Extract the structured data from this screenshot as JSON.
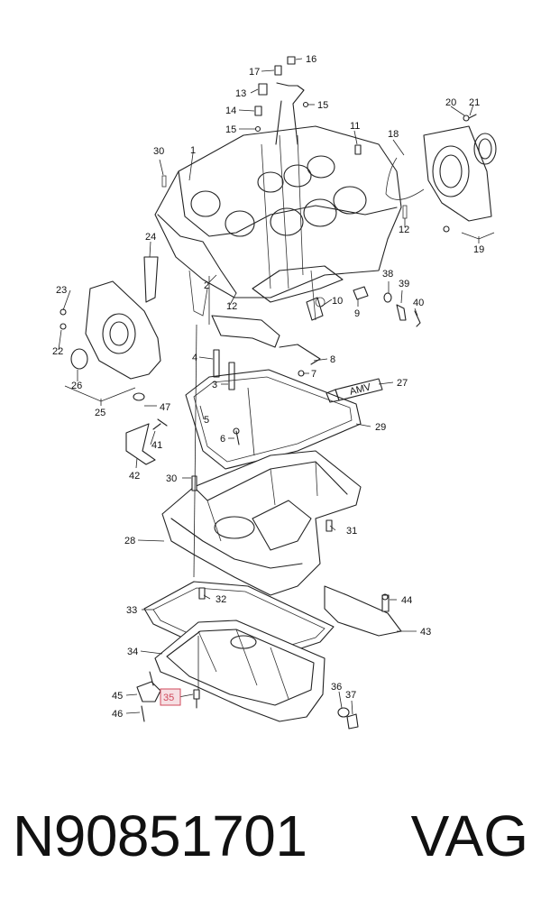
{
  "footer": {
    "part_number": "N90851701",
    "brand": "VAG"
  },
  "highlight": {
    "callout": "35",
    "color": "#d0495b",
    "box_fill": "#f6dfe3"
  },
  "tube_label": "AMV",
  "callouts": [
    {
      "id": "1",
      "text": "1"
    },
    {
      "id": "2",
      "text": "2"
    },
    {
      "id": "3",
      "text": "3"
    },
    {
      "id": "4",
      "text": "4"
    },
    {
      "id": "5",
      "text": "5"
    },
    {
      "id": "6",
      "text": "6"
    },
    {
      "id": "7",
      "text": "7"
    },
    {
      "id": "8",
      "text": "8"
    },
    {
      "id": "9",
      "text": "9"
    },
    {
      "id": "10",
      "text": "10"
    },
    {
      "id": "11",
      "text": "11"
    },
    {
      "id": "12a",
      "text": "12"
    },
    {
      "id": "12b",
      "text": "12"
    },
    {
      "id": "13",
      "text": "13"
    },
    {
      "id": "14",
      "text": "14"
    },
    {
      "id": "15a",
      "text": "15"
    },
    {
      "id": "15b",
      "text": "15"
    },
    {
      "id": "16",
      "text": "16"
    },
    {
      "id": "17",
      "text": "17"
    },
    {
      "id": "18",
      "text": "18"
    },
    {
      "id": "19",
      "text": "19"
    },
    {
      "id": "20",
      "text": "20"
    },
    {
      "id": "21",
      "text": "21"
    },
    {
      "id": "22",
      "text": "22"
    },
    {
      "id": "23",
      "text": "23"
    },
    {
      "id": "24",
      "text": "24"
    },
    {
      "id": "25",
      "text": "25"
    },
    {
      "id": "26",
      "text": "26"
    },
    {
      "id": "27",
      "text": "27"
    },
    {
      "id": "28",
      "text": "28"
    },
    {
      "id": "29",
      "text": "29"
    },
    {
      "id": "30a",
      "text": "30"
    },
    {
      "id": "30b",
      "text": "30"
    },
    {
      "id": "31",
      "text": "31"
    },
    {
      "id": "32",
      "text": "32"
    },
    {
      "id": "33",
      "text": "33"
    },
    {
      "id": "34",
      "text": "34"
    },
    {
      "id": "35",
      "text": "35"
    },
    {
      "id": "36",
      "text": "36"
    },
    {
      "id": "37",
      "text": "37"
    },
    {
      "id": "38",
      "text": "38"
    },
    {
      "id": "39",
      "text": "39"
    },
    {
      "id": "40",
      "text": "40"
    },
    {
      "id": "41",
      "text": "41"
    },
    {
      "id": "42",
      "text": "42"
    },
    {
      "id": "43",
      "text": "43"
    },
    {
      "id": "44",
      "text": "44"
    },
    {
      "id": "45",
      "text": "45"
    },
    {
      "id": "46",
      "text": "46"
    },
    {
      "id": "47",
      "text": "47"
    }
  ]
}
